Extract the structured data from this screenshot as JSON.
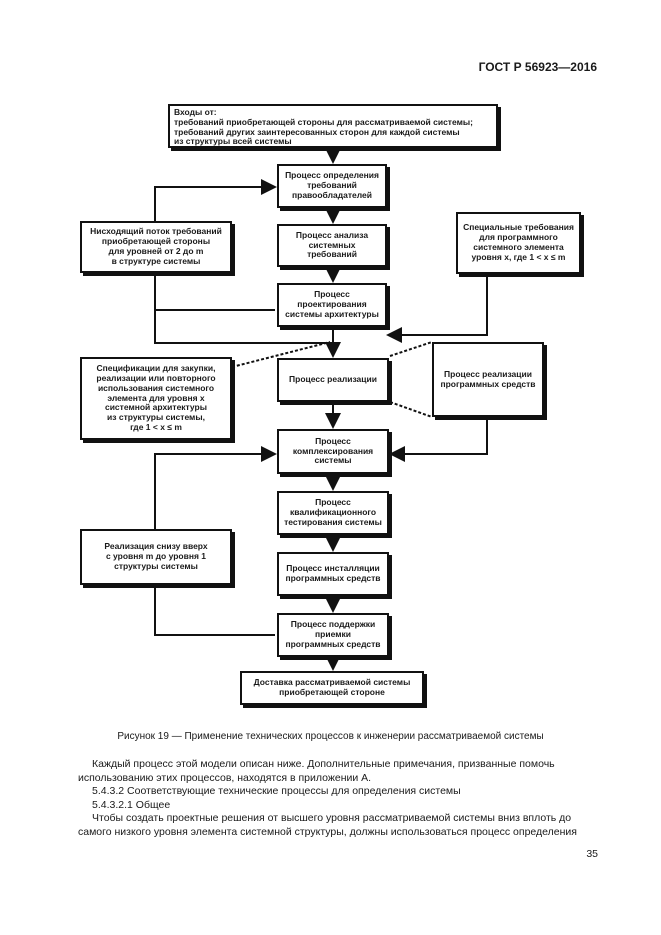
{
  "header": {
    "doc_id": "ГОСТ Р 56923—2016"
  },
  "diagram": {
    "inputs": "Входы от:\n    требований приобретающей стороны для рассматриваемой системы;\n    требований других заинтересованных сторон для каждой системы\nиз структуры всей системы",
    "stakeholder_req": "Процесс определения\nтребований\nправообладателей",
    "req_analysis": "Процесс анализа\nсистемных\nтребований",
    "arch_design": "Процесс\nпроектирования\nсистемы архитектуры",
    "implementation": "Процесс реализации",
    "integration": "Процесс\nкомплексирования\nсистемы",
    "qualification": "Процесс\nквалификационного\nтестирования системы",
    "installation": "Процесс инсталляции\nпрограммных средств",
    "support": "Процесс поддержки\nприемки\nпрограммных средств",
    "delivery": "Доставка рассматриваемой системы\nприобретающей стороне",
    "downflow": "Нисходящий поток требований\nприобретающей стороны\nдля уровней от 2 до m\nв структуре системы",
    "spec": "Спецификации для закупки,\nреализации или повторного\nиспользования системного\nэлемента для уровня x\nсистемной архитектуры\nиз структуры системы,\nгде 1 < x ≤ m",
    "upward": "Реализация снизу вверх\nс уровня m до уровня 1\nструктуры системы",
    "special_req": "Специальные требования\nдля программного\nсистемного элемента\nуровня x, где 1 < x ≤ m",
    "sw_impl": "Процесс реализации\nпрограммных средств"
  },
  "caption": "Рисунок 19 — Применение технических процессов к инженерии рассматриваемой системы",
  "body": {
    "p1": "Каждый процесс этой модели описан ниже. Дополнительные примечания, призванные помочь использованию этих процессов, находятся в приложении А.",
    "p2": "5.4.3.2 Соответствующие технические процессы для определения системы",
    "p3": "5.4.3.2.1 Общее",
    "p4": "Чтобы создать проектные решения от высшего уровня рассматриваемой системы вниз вплоть до самого низкого уровня элемента системной структуры, должны использоваться процесс определения"
  },
  "page_number": "35"
}
